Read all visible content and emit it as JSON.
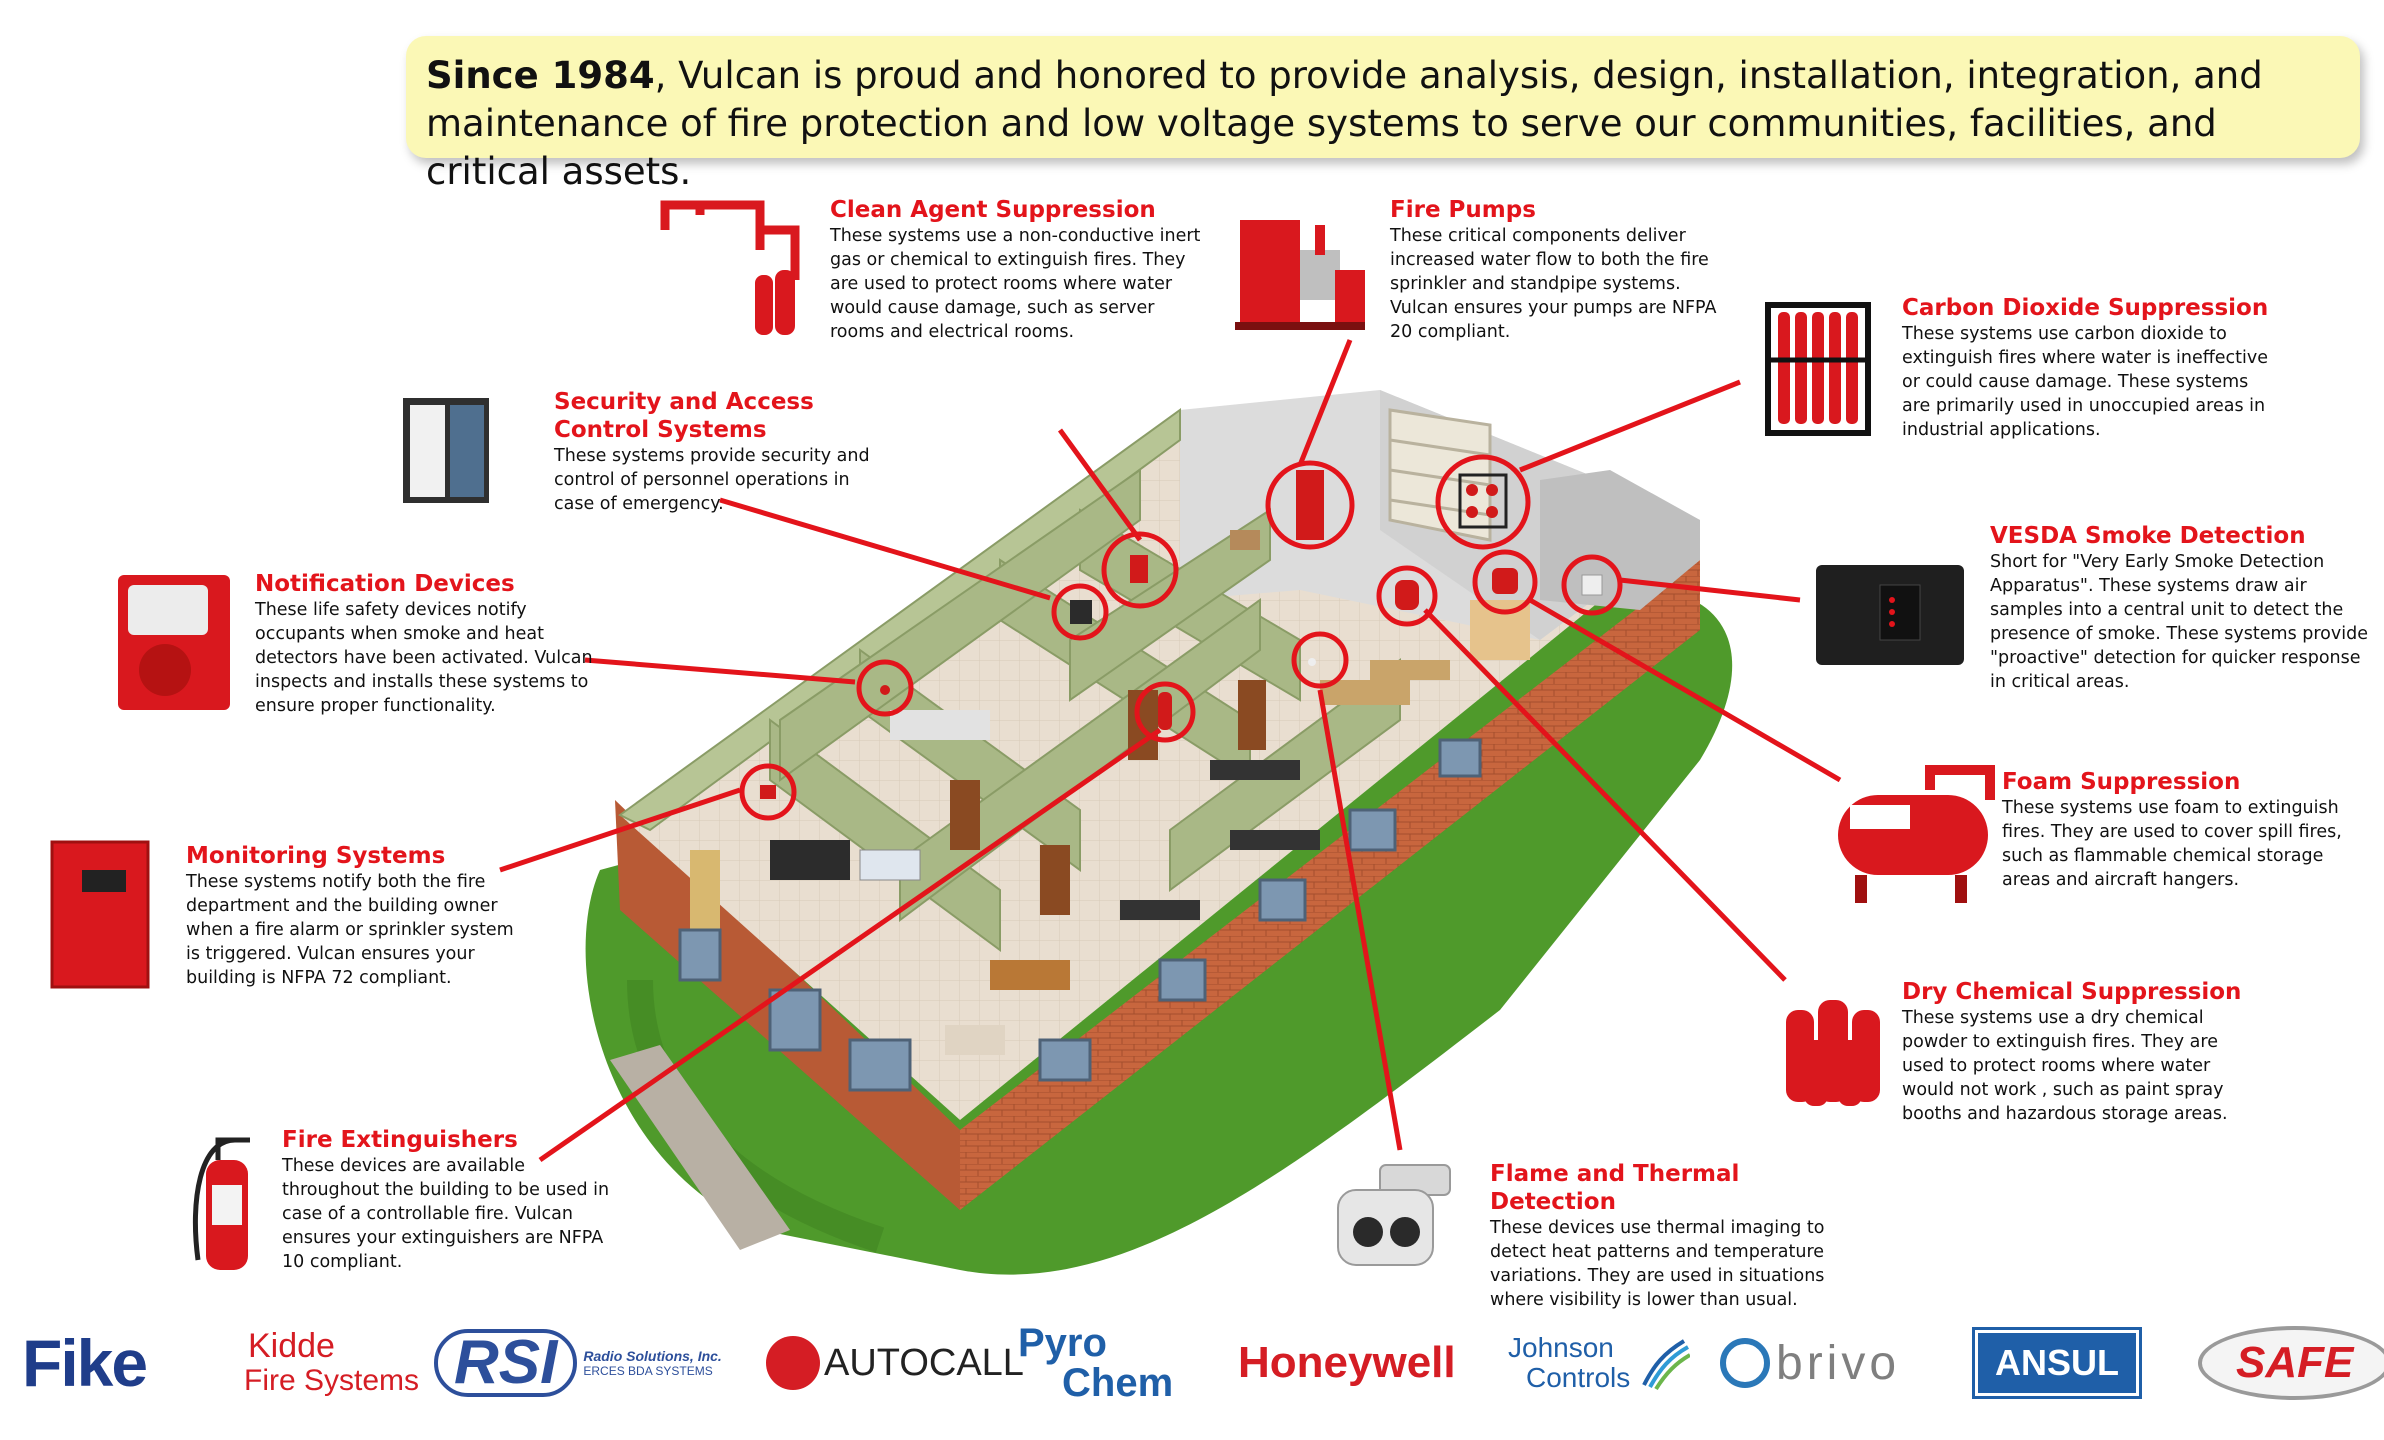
{
  "intro": {
    "lead": "Since 1984",
    "text": ", Vulcan is proud and honored to provide analysis, design, installation, integration, and maintenance of fire protection and low voltage systems to serve our communities, facilities, and critical assets."
  },
  "callouts": {
    "clean_agent": {
      "title": "Clean Agent Suppression",
      "desc": "These systems use a non-conductive inert gas or chemical to extinguish fires. They are used to protect rooms where water would cause damage, such as server rooms and electrical rooms."
    },
    "fire_pumps": {
      "title": "Fire Pumps",
      "desc": "These critical components deliver increased water flow to both the fire sprinkler and standpipe systems. Vulcan ensures your pumps are NFPA 20 compliant."
    },
    "co2": {
      "title": "Carbon Dioxide Suppression",
      "desc": "These systems use carbon dioxide to extinguish fires where water is ineffective or could cause damage. These systems are primarily used in unoccupied areas in industrial applications."
    },
    "security": {
      "title1": "Security and Access",
      "title2": "Control Systems",
      "desc": "These systems provide security and control of personnel operations in case of emergency."
    },
    "vesda": {
      "title": "VESDA Smoke Detection",
      "desc": "Short for \"Very Early Smoke Detection Apparatus\". These systems draw air samples into a central unit to detect the presence of smoke. These systems provide \"proactive\" detection for quicker response in critical areas."
    },
    "notification": {
      "title": "Notification Devices",
      "desc": "These life safety devices notify occupants when smoke and heat detectors have been activated. Vulcan inspects and installs these systems to ensure proper functionality."
    },
    "foam": {
      "title": "Foam Suppression",
      "desc": "These systems use foam to extinguish fires. They are used to cover spill fires, such as flammable chemical storage areas and aircraft hangers."
    },
    "monitoring": {
      "title": "Monitoring Systems",
      "desc": "These systems notify both the fire department and the building owner when a fire alarm or sprinkler system is triggered. Vulcan ensures your building is NFPA 72 compliant."
    },
    "dry_chem": {
      "title": "Dry Chemical Suppression",
      "desc": "These systems use a dry chemical powder to extinguish fires. They are used to protect rooms where water would not work , such as paint spray booths and hazardous storage areas."
    },
    "extinguishers": {
      "title": "Fire Extinguishers",
      "desc": "These devices are available throughout the building to be used in case of a controllable fire. Vulcan ensures your extinguishers are NFPA 10 compliant."
    },
    "flame": {
      "title": "Flame and Thermal Detection",
      "desc": "These devices use thermal imaging to detect heat patterns and temperature variations. They are used in situations where visibility is lower than usual."
    }
  },
  "logos": {
    "fike": "Fike",
    "kidde1": "Kidde",
    "kidde2": "Fire Systems",
    "rsi": "RSI",
    "rsi_sub1": "Radio Solutions, Inc.",
    "rsi_sub2": "ERCES BDA SYSTEMS",
    "autocall": "AUTOCALL",
    "pyro1": "Pyro",
    "pyro2": "Chem",
    "honeywell": "Honeywell",
    "jc1": "Johnson",
    "jc2": "Controls",
    "brivo": "brivo",
    "ansul": "ANSUL",
    "safe": "SAFE"
  },
  "colors": {
    "accent_red": "#e3141b",
    "banner_bg": "#fbf8b6",
    "brick": "#c8663e",
    "grass": "#4f9a2b",
    "wall_green": "#a9b886",
    "floor": "#e6dccd"
  }
}
